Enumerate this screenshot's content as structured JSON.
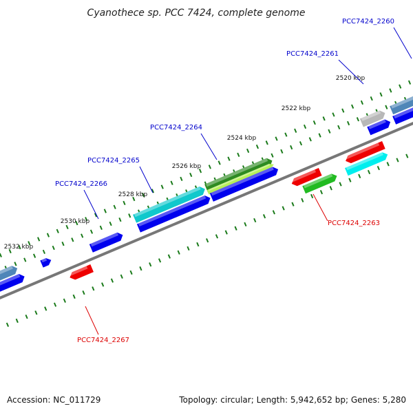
{
  "title": "Cyanothece sp. PCC 7424, complete genome",
  "footer": {
    "accession_label": "Accession:",
    "accession": "NC_011729",
    "topology_label": "Topology:",
    "topology": "circular",
    "length_label": "Length:",
    "length": "5,942,652 bp",
    "genes_label": "Genes:",
    "genes": "5,280"
  },
  "ticks": [
    "2520 kbp",
    "2522 kbp",
    "2524 kbp",
    "2526 kbp",
    "2528 kbp",
    "2530 kbp",
    "2532 kbp"
  ],
  "gene_labels": [
    {
      "name": "PCC7424_2260",
      "strand": "forward"
    },
    {
      "name": "PCC7424_2261",
      "strand": "forward"
    },
    {
      "name": "PCC7424_2264",
      "strand": "forward"
    },
    {
      "name": "PCC7424_2265",
      "strand": "forward"
    },
    {
      "name": "PCC7424_2266",
      "strand": "forward"
    },
    {
      "name": "PCC7424_2263",
      "strand": "reverse"
    },
    {
      "name": "PCC7424_2267",
      "strand": "reverse"
    }
  ],
  "colors": {
    "forward_label": "#0000cc",
    "reverse_label": "#dd0000",
    "backbone": "#777777",
    "tick": "#1a7a1a",
    "blue_cds": "#0000ee",
    "steel_cds": "#4f86b8",
    "grey_cds": "#b8b8b8",
    "cyan_cds": "#10c8cc",
    "green_cds": "#2e8b22",
    "lime_cds": "#b6f05a",
    "red_cds": "#ee0000",
    "bright_green_cds": "#22bb22",
    "bright_cyan_cds": "#00eeee"
  }
}
